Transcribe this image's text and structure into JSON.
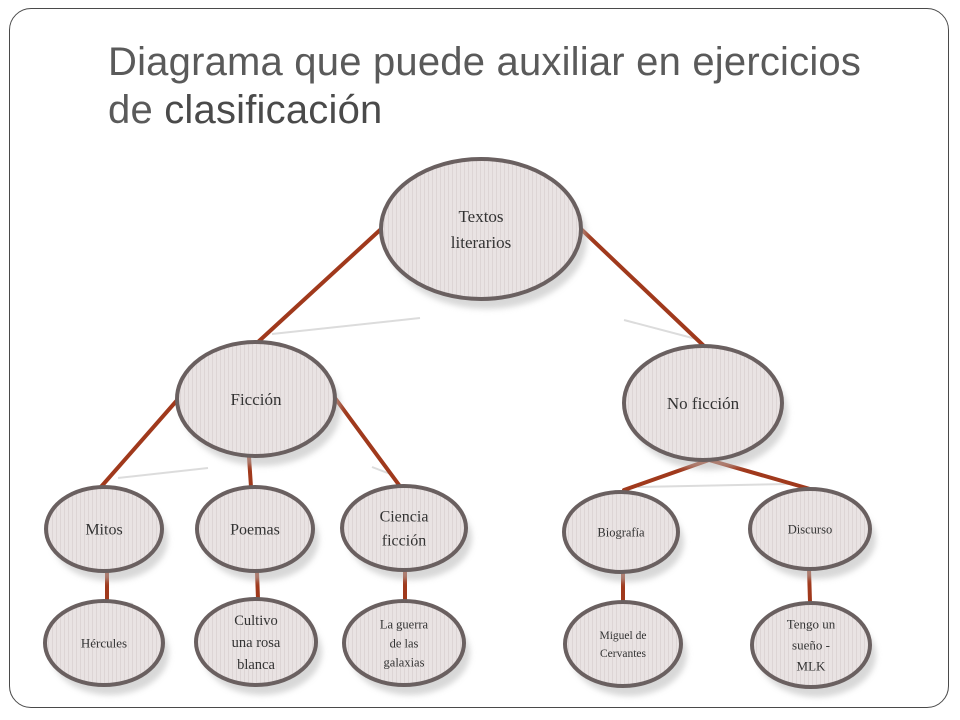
{
  "title": {
    "line1": "Diagrama que puede auxiliar en ejercicios",
    "line2_prefix": "de ",
    "line2_emphasis": "clasificación"
  },
  "diagram": {
    "nodes": {
      "root": [
        "Textos",
        "literarios"
      ],
      "ficcion": [
        "Ficción"
      ],
      "no_ficcion": [
        "No ficción"
      ],
      "mitos": [
        "Mitos"
      ],
      "poemas": [
        "Poemas"
      ],
      "ciencia_ficcion": [
        "Ciencia",
        "ficción"
      ],
      "biografia": [
        "Biografía"
      ],
      "discurso": [
        "Discurso"
      ],
      "hercules": [
        "Hércules"
      ],
      "cultivo": [
        "Cultivo",
        "una rosa",
        "blanca"
      ],
      "guerra": [
        "La guerra",
        "de las",
        "galaxias"
      ],
      "miguel": [
        "Miguel de",
        "Cervantes"
      ],
      "tengo": [
        "Tengo un",
        "sueño -",
        "MLK"
      ]
    },
    "colors": {
      "connector": "#a0391c",
      "node_fill": "#e8e2e2",
      "node_border": "#6a6060",
      "shadow": "#b8b8b8"
    }
  }
}
